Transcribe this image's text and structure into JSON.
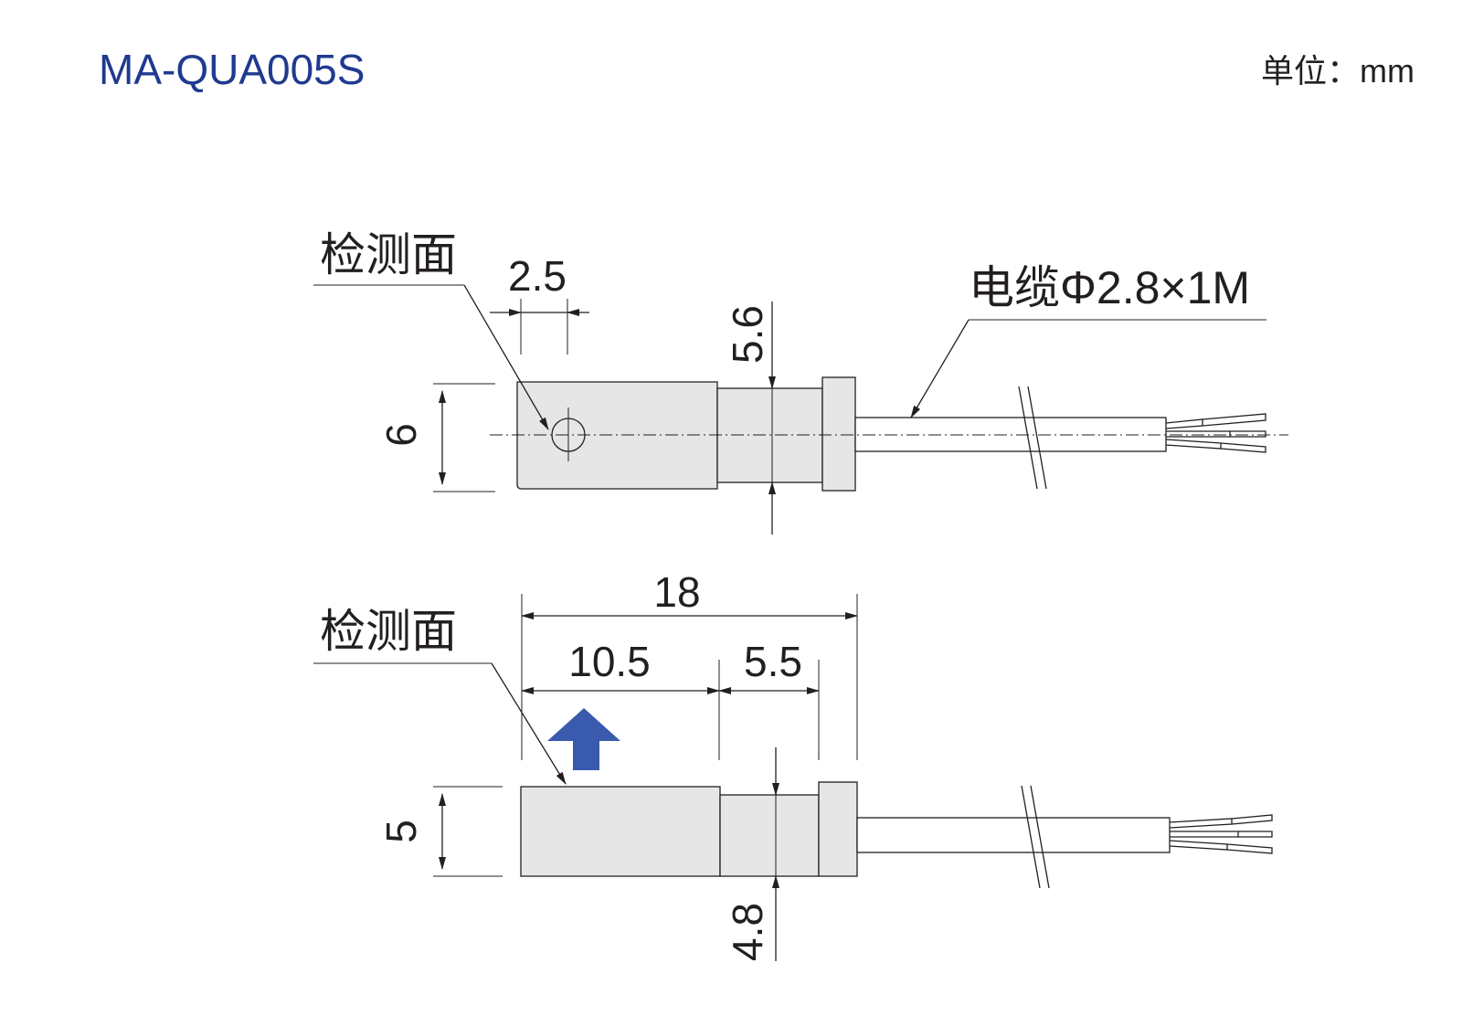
{
  "header": {
    "model": "MA-QUA005S",
    "unit": "单位：mm"
  },
  "top_view": {
    "sensing_face_label": "检测面",
    "cable_label": "电缆Φ2.8×1M",
    "dim_width": "2.5",
    "dim_height": "6",
    "dim_thickness": "5.6"
  },
  "bottom_view": {
    "sensing_face_label": "检测面",
    "dim_total_length": "18",
    "dim_front_length": "10.5",
    "dim_rear_length": "5.5",
    "dim_height": "5",
    "dim_thickness": "4.8",
    "arrow_color": "#3a5aad"
  }
}
